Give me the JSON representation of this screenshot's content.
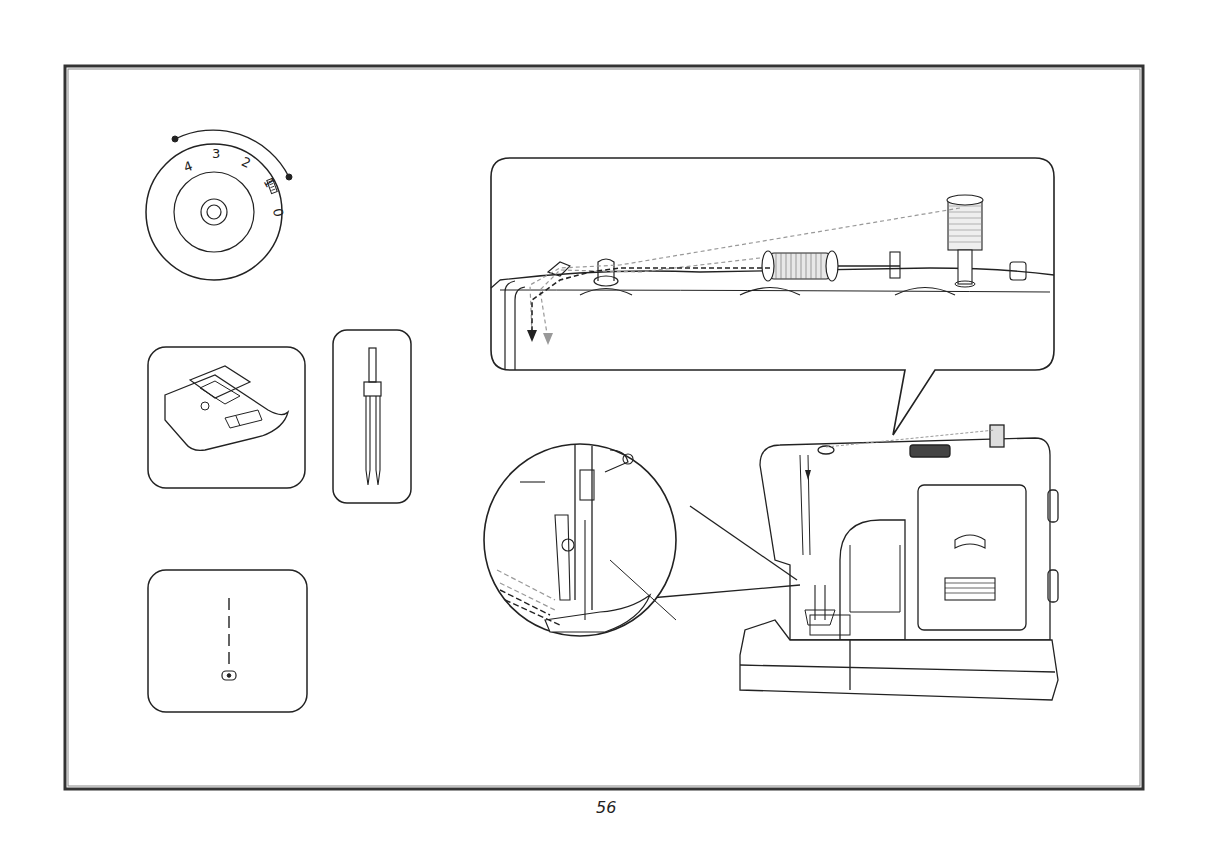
{
  "diagram": {
    "labels": [
      "4",
      "3",
      "2",
      "1",
      "0",
      "56"
    ]
  }
}
